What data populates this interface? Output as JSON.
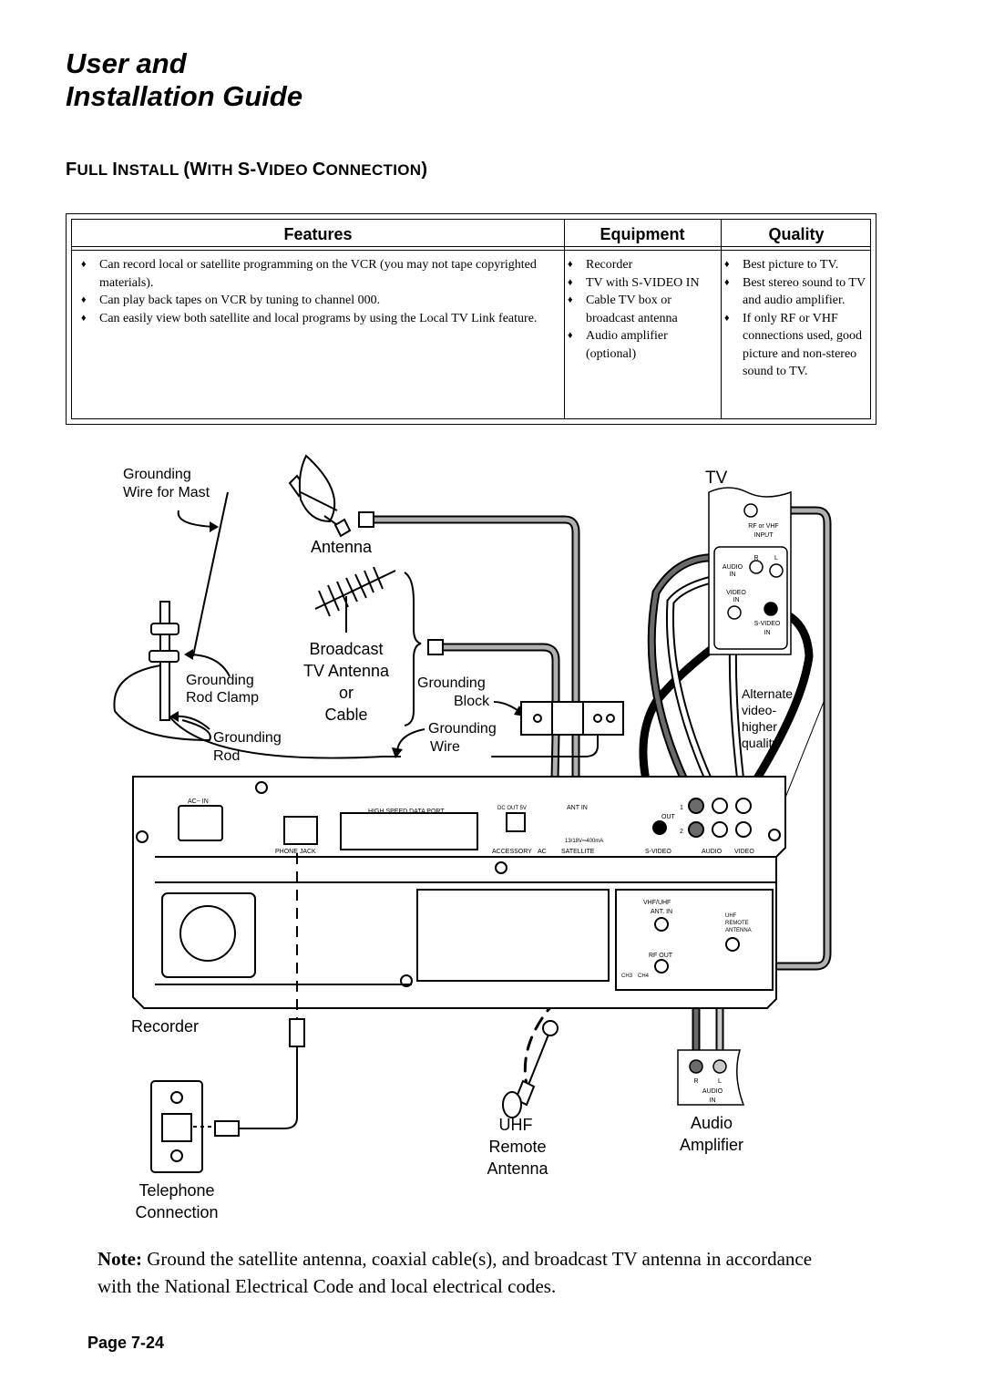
{
  "document": {
    "title_line1": "User and",
    "title_line2": "Installation Guide",
    "section_title_parts": [
      "F",
      "ULL ",
      "I",
      "NSTALL ",
      "(W",
      "ITH ",
      "S-V",
      "IDEO ",
      "C",
      "ONNECTION",
      ")"
    ],
    "page_label": "Page 7-24"
  },
  "table": {
    "headers": {
      "features": "Features",
      "equipment": "Equipment",
      "quality": "Quality"
    },
    "features": [
      "Can record local or satellite programming on the VCR (you may not tape copyrighted materials).",
      "Can play back tapes on VCR by tuning to channel 000.",
      "Can easily view both satellite and local programs by using the Local TV Link feature."
    ],
    "equipment": [
      "Recorder",
      "TV with S-VIDEO IN",
      "Cable TV box or broadcast antenna",
      "Audio amplifier (optional)"
    ],
    "quality": [
      "Best picture to TV.",
      "Best stereo sound to TV and audio amplifier.",
      "If only RF or VHF connections used, good picture and non-stereo sound to TV."
    ]
  },
  "diagram": {
    "labels": {
      "grounding_wire_mast_1": "Grounding",
      "grounding_wire_mast_2": "Wire for Mast",
      "antenna": "Antenna",
      "tv": "TV",
      "broadcast_1": "Broadcast",
      "broadcast_2": "TV Antenna",
      "broadcast_3": "or",
      "broadcast_4": "Cable",
      "grounding_rod_clamp_1": "Grounding",
      "grounding_rod_clamp_2": "Rod Clamp",
      "grounding_rod_1": "Grounding",
      "grounding_rod_2": "Rod",
      "grounding_block_1": "Grounding",
      "grounding_block_2": "Block",
      "grounding_wire_1": "Grounding",
      "grounding_wire_2": "Wire",
      "alternate_1": "Alternate",
      "alternate_2": "video-",
      "alternate_3": "higher",
      "alternate_4": "quality",
      "recorder": "Recorder",
      "uhf_1": "UHF",
      "uhf_2": "Remote",
      "uhf_3": "Antenna",
      "audio_amp_1": "Audio",
      "audio_amp_2": "Amplifier",
      "telephone_1": "Telephone",
      "telephone_2": "Connection"
    },
    "tv_panel": {
      "rf_1": "RF or VHF",
      "rf_2": "INPUT",
      "audio_in_1": "AUDIO",
      "audio_in_2": "IN",
      "r": "R",
      "l": "L",
      "video_in_1": "VIDEO",
      "video_in_2": "IN",
      "svideo_in_1": "S-VIDEO",
      "svideo_in_2": "IN"
    },
    "recorder_panel": {
      "ac_in": "AC~ IN",
      "phone_jack": "PHONE JACK",
      "high_speed": "HIGH SPEED DATA PORT",
      "dc_out": "DC OUT 5V",
      "ant_in": "ANT IN",
      "accessory": "ACCESSORY",
      "ac": "AC",
      "satellite": "SATELLITE",
      "power_spec": "13/18V═400mA",
      "out": "OUT",
      "one": "1",
      "two": "2",
      "svideo": "S-VIDEO",
      "audio": "AUDIO",
      "video": "VIDEO",
      "vhf_uhf": "VHF/UHF",
      "ant_in2": "ANT. IN",
      "uhf_remote_1": "UHF",
      "uhf_remote_2": "REMOTE",
      "uhf_remote_3": "ANTENNA",
      "rf_out": "RF OUT",
      "ch3": "CH3",
      "ch4": "CH4"
    },
    "amp_panel": {
      "r": "R",
      "l": "L",
      "audio_1": "AUDIO",
      "audio_2": "IN"
    }
  },
  "note": {
    "bold": "Note:",
    "text": "Ground the satellite antenna, coaxial cable(s), and broadcast TV antenna in accordance with the National Electrical Code and local electrical codes."
  }
}
